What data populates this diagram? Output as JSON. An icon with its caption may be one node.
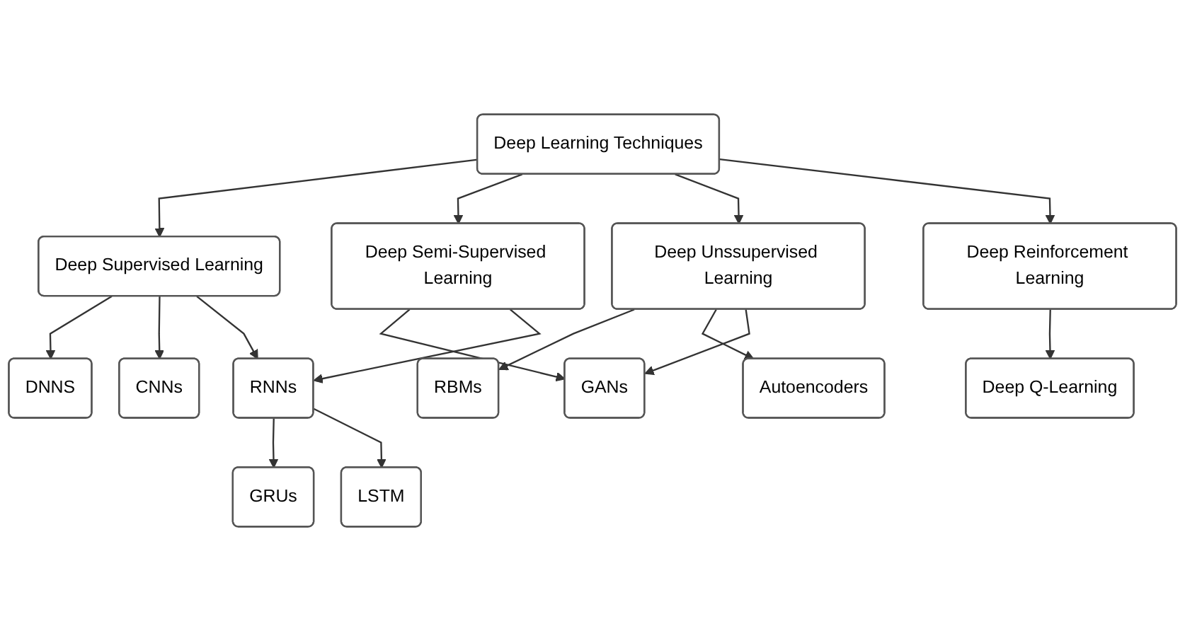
{
  "diagram": {
    "nodes": [
      {
        "text": [
          "Deep Learning Techniques"
        ]
      },
      {
        "text": [
          "Deep Supervised Learning"
        ]
      },
      {
        "text": [
          "Deep Semi-Supervised Learning"
        ]
      },
      {
        "text": [
          "Deep Unssupervised Learning"
        ]
      },
      {
        "text": [
          "Deep Reinforcement Learning"
        ]
      },
      {
        "text": [
          "RBMs"
        ]
      },
      {
        "text": [
          "DNNS"
        ]
      },
      {
        "text": [
          "GANs"
        ]
      },
      {
        "text": [
          "Deep Q-Learning"
        ]
      },
      {
        "text": [
          "CNNs"
        ]
      },
      {
        "text": [
          "Autoencoders"
        ]
      },
      {
        "text": [
          "RNNs"
        ]
      },
      {
        "text": [
          "GRUs"
        ]
      },
      {
        "text": [
          "LSTM"
        ]
      }
    ],
    "edges": [
      {
        "from": 0,
        "to": 1,
        "arrow": "to"
      },
      {
        "from": 0,
        "to": 2,
        "arrow": "to"
      },
      {
        "from": 0,
        "to": 3,
        "arrow": "to"
      },
      {
        "from": 0,
        "to": 4,
        "arrow": "to"
      },
      {
        "from": 1,
        "to": 6,
        "arrow": "to"
      },
      {
        "from": 1,
        "to": 9,
        "arrow": "to"
      },
      {
        "from": 1,
        "to": 11,
        "arrow": "to"
      },
      {
        "from": 2,
        "to": 7,
        "arrow": "to"
      },
      {
        "from": 2,
        "to": 11,
        "arrow": "to"
      },
      {
        "from": 3,
        "to": 5,
        "arrow": "to"
      },
      {
        "from": 3,
        "to": 10,
        "arrow": "to"
      },
      {
        "from": 3,
        "to": 7,
        "arrow": "to"
      },
      {
        "from": 4,
        "to": 8,
        "arrow": "to"
      },
      {
        "from": 11,
        "to": 12,
        "arrow": "to"
      },
      {
        "from": 11,
        "to": 13,
        "arrow": "to"
      }
    ]
  }
}
